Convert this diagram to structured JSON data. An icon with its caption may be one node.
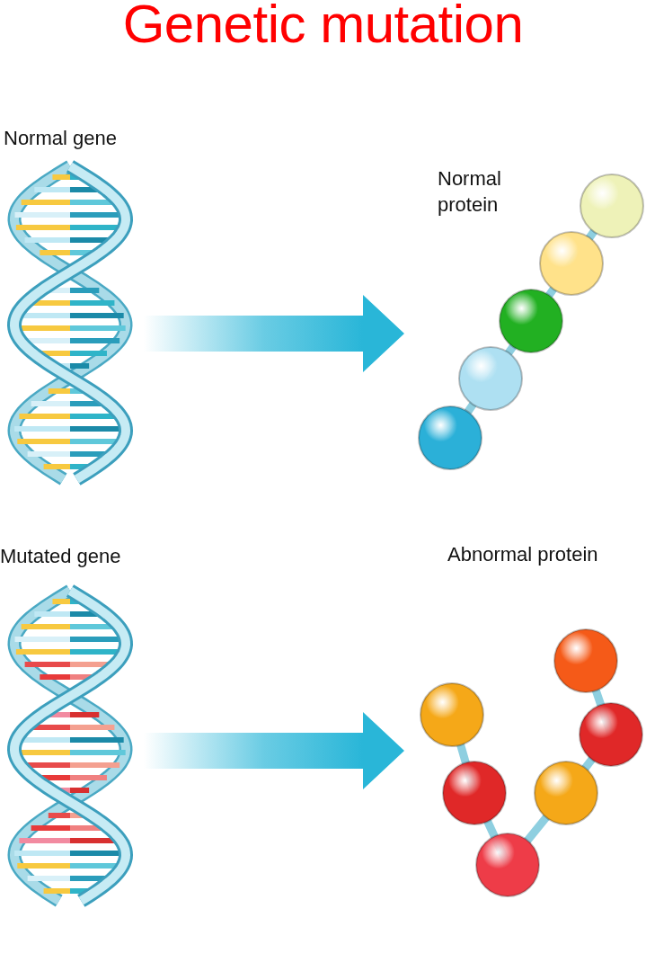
{
  "diagram": {
    "title": "Genetic mutation",
    "nodes": [
      {
        "text": [
          "Normal gene"
        ]
      },
      {
        "text": [
          "Normal protein"
        ]
      },
      {
        "text": [
          "Mutated gene"
        ]
      },
      {
        "text": [
          "Abnormal protein"
        ]
      }
    ],
    "edges": [
      {
        "from": 0,
        "to": 1,
        "arrow": "to",
        "style": "thick"
      },
      {
        "from": 2,
        "to": 3,
        "arrow": "to",
        "style": "thick"
      }
    ]
  }
}
